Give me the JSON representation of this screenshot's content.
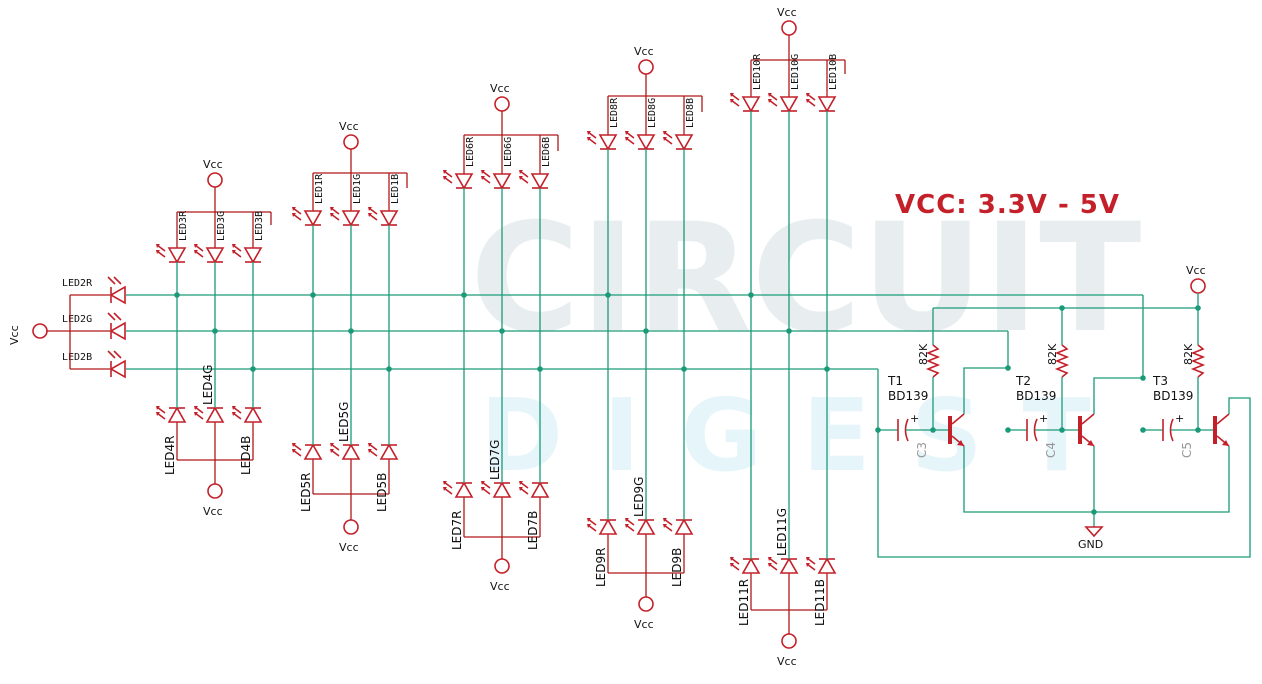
{
  "banner": "VCC: 3.3V - 5V",
  "watermark": {
    "line1": "CIRCUIT",
    "line2": "DIGEST"
  },
  "power_label": "Vcc",
  "top_supply_label": "Vcc",
  "transistor_supply_label": "Vcc",
  "gnd_label": "GND",
  "row_leds": [
    "LED2R",
    "LED2G",
    "LED2B"
  ],
  "groups": [
    {
      "top": [
        "LED3R",
        "LED3G",
        "LED3B"
      ],
      "bottom": [
        "LED4R",
        "LED4G",
        "LED4B"
      ]
    },
    {
      "top": [
        "LED1R",
        "LED1G",
        "LED1B"
      ],
      "bottom": [
        "LED5R",
        "LED5G",
        "LED5B"
      ]
    },
    {
      "top": [
        "LED6R",
        "LED6G",
        "LED6B"
      ],
      "bottom": [
        "LED7R",
        "LED7G",
        "LED7B"
      ]
    },
    {
      "top": [
        "LED8R",
        "LED8G",
        "LED8B"
      ],
      "bottom": [
        "LED9R",
        "LED9G",
        "LED9B"
      ]
    },
    {
      "top": [
        "LED10R",
        "LED10G",
        "LED10B"
      ],
      "bottom": [
        "LED11R",
        "LED11G",
        "LED11B"
      ]
    }
  ],
  "transistors": [
    {
      "name": "T1",
      "part": "BD139",
      "resistor": "82K",
      "capacitor": "C3"
    },
    {
      "name": "T2",
      "part": "BD139",
      "resistor": "82K",
      "capacitor": "C4"
    },
    {
      "name": "T3",
      "part": "BD139",
      "resistor": "82K",
      "capacitor": "C5"
    }
  ],
  "colors": {
    "symbol": "#c4202a",
    "wire": "#1a9a78",
    "banner": "#c4202a"
  }
}
